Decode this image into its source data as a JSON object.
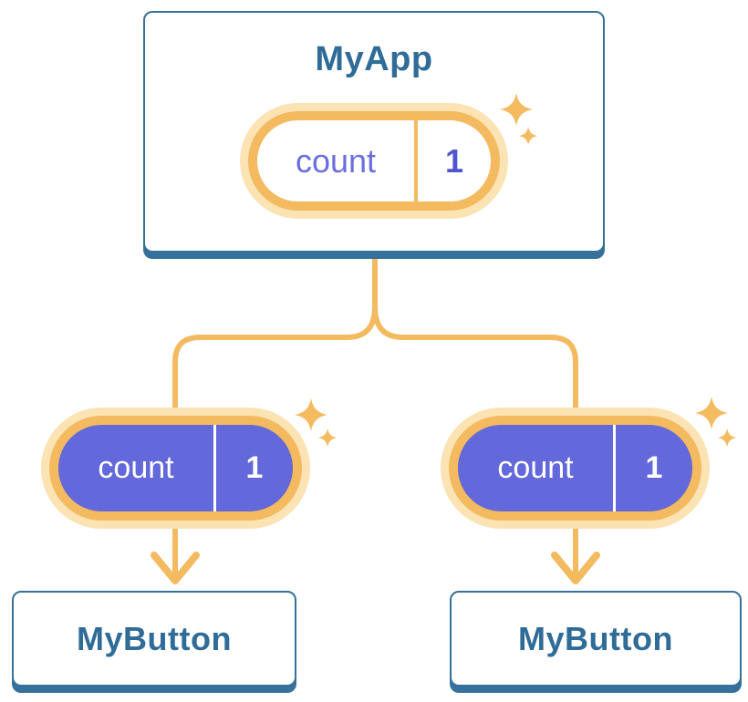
{
  "diagram": {
    "root": {
      "title": "MyApp",
      "state": {
        "name": "count",
        "value": "1"
      }
    },
    "children": [
      {
        "title": "MyButton",
        "state": {
          "name": "count",
          "value": "1"
        }
      },
      {
        "title": "MyButton",
        "state": {
          "name": "count",
          "value": "1"
        }
      }
    ],
    "colors": {
      "card_border_blue": "#35719B",
      "title_text_blue": "#2F6C97",
      "connector_orange": "#F4BA5F",
      "pill_ring_orange": "#F4BA5F",
      "pill_glow_orange": "#FCE3B4",
      "state_pill_purple": "#6368DA",
      "state_name_text_purple": "#6B6FDD",
      "state_value_text_purple": "#5156CE",
      "pill_text_white": "#FFFFFF"
    }
  }
}
